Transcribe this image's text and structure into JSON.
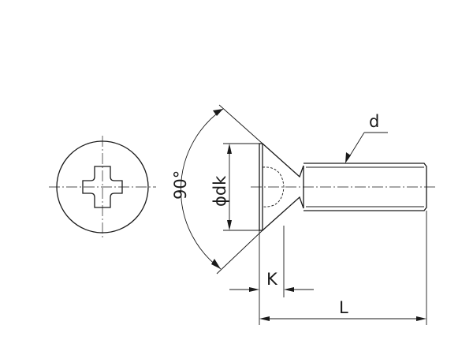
{
  "labels": {
    "thread_diameter": "d",
    "head_diameter": "ϕdk",
    "head_angle": "90°",
    "head_height": "K",
    "length": "L"
  }
}
